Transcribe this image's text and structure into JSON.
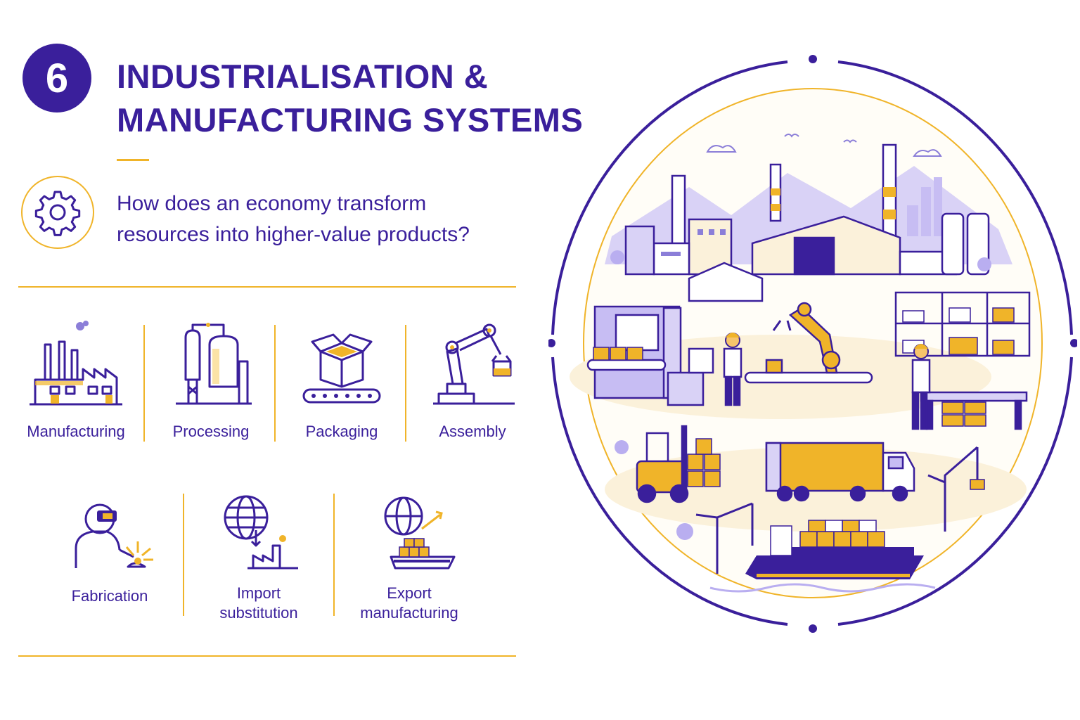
{
  "badge": "6",
  "title": {
    "line1": "INDUSTRIALISATION &",
    "line2": "MANUFACTURING SYSTEMS"
  },
  "question": {
    "line1": "How does an economy transform",
    "line2": "resources into higher-value products?"
  },
  "items": [
    {
      "label": "Manufacturing",
      "icon": "factory-icon"
    },
    {
      "label": "Processing",
      "icon": "processing-tanks-icon"
    },
    {
      "label": "Packaging",
      "icon": "package-conveyor-icon"
    },
    {
      "label": "Assembly",
      "icon": "robot-arm-icon"
    },
    {
      "label": "Fabrication",
      "icon": "welder-icon"
    },
    {
      "label_line1": "Import",
      "label_line2": "substitution",
      "icon": "globe-factory-icon"
    },
    {
      "label_line1": "Export",
      "label_line2": "manufacturing",
      "icon": "globe-ship-icon"
    }
  ],
  "colors": {
    "primary": "#3a1f9b",
    "accent": "#f0b429",
    "lavender": "#b9aef0",
    "cream": "#fbf1da"
  },
  "scene_icon": "industrial-scene-illustration"
}
